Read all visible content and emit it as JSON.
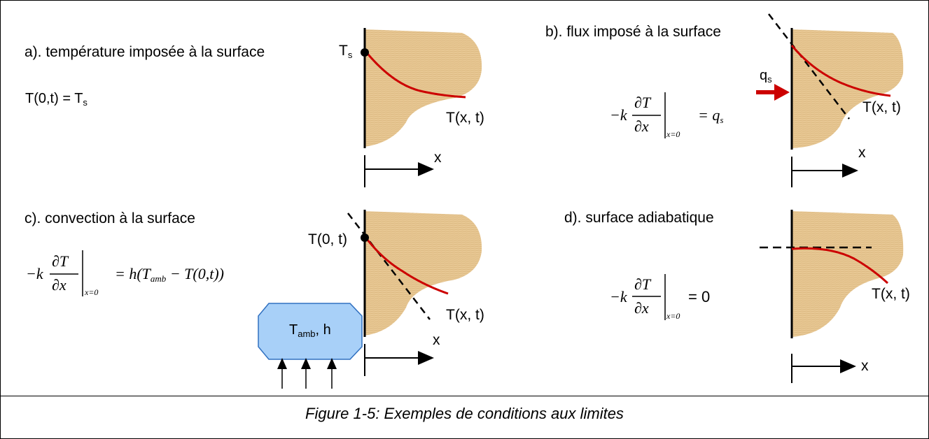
{
  "panels": {
    "a": {
      "title": "a). température imposée à la surface",
      "surface_label": "T",
      "surface_label_sub": "s",
      "equation_lhs": "T(0,t) = T",
      "equation_sub": "s",
      "curve_label": "T(x, t)",
      "axis_label": "x"
    },
    "b": {
      "title": "b). flux imposé à la surface",
      "flux_label": "q",
      "flux_label_sub": "s",
      "eq_minus_k": "−k",
      "eq_num": "∂T",
      "eq_den": "∂x",
      "eq_eval": "x=0",
      "eq_rhs": "= q",
      "eq_rhs_sub": "s",
      "curve_label": "T(x, t)",
      "axis_label": "x"
    },
    "c": {
      "title": "c). convection à la surface",
      "surface_label": "T(0, t)",
      "eq_minus_k": "−k",
      "eq_num": "∂T",
      "eq_den": "∂x",
      "eq_eval": "x=0",
      "eq_rhs_a": "= h(T",
      "eq_rhs_sub": "amb",
      "eq_rhs_b": " − T(0,t))",
      "fluid_label": "T",
      "fluid_label_sub": "amb",
      "fluid_label_rest": ", h",
      "curve_label": "T(x, t)",
      "axis_label": "x"
    },
    "d": {
      "title": "d). surface adiabatique",
      "eq_minus_k": "−k",
      "eq_num": "∂T",
      "eq_den": "∂x",
      "eq_eval": "x=0",
      "eq_rhs": "= 0",
      "curve_label": "T(x, t)",
      "axis_label": "x"
    }
  },
  "caption": "Figure 1-5: Exemples de conditions aux limites",
  "colors": {
    "solid_fill": "#e8c894",
    "profile_curve": "#cc0000",
    "flux_arrow": "#cc0000",
    "fluid_box": "#a8d0f8",
    "fluid_box_border": "#3070c0"
  }
}
